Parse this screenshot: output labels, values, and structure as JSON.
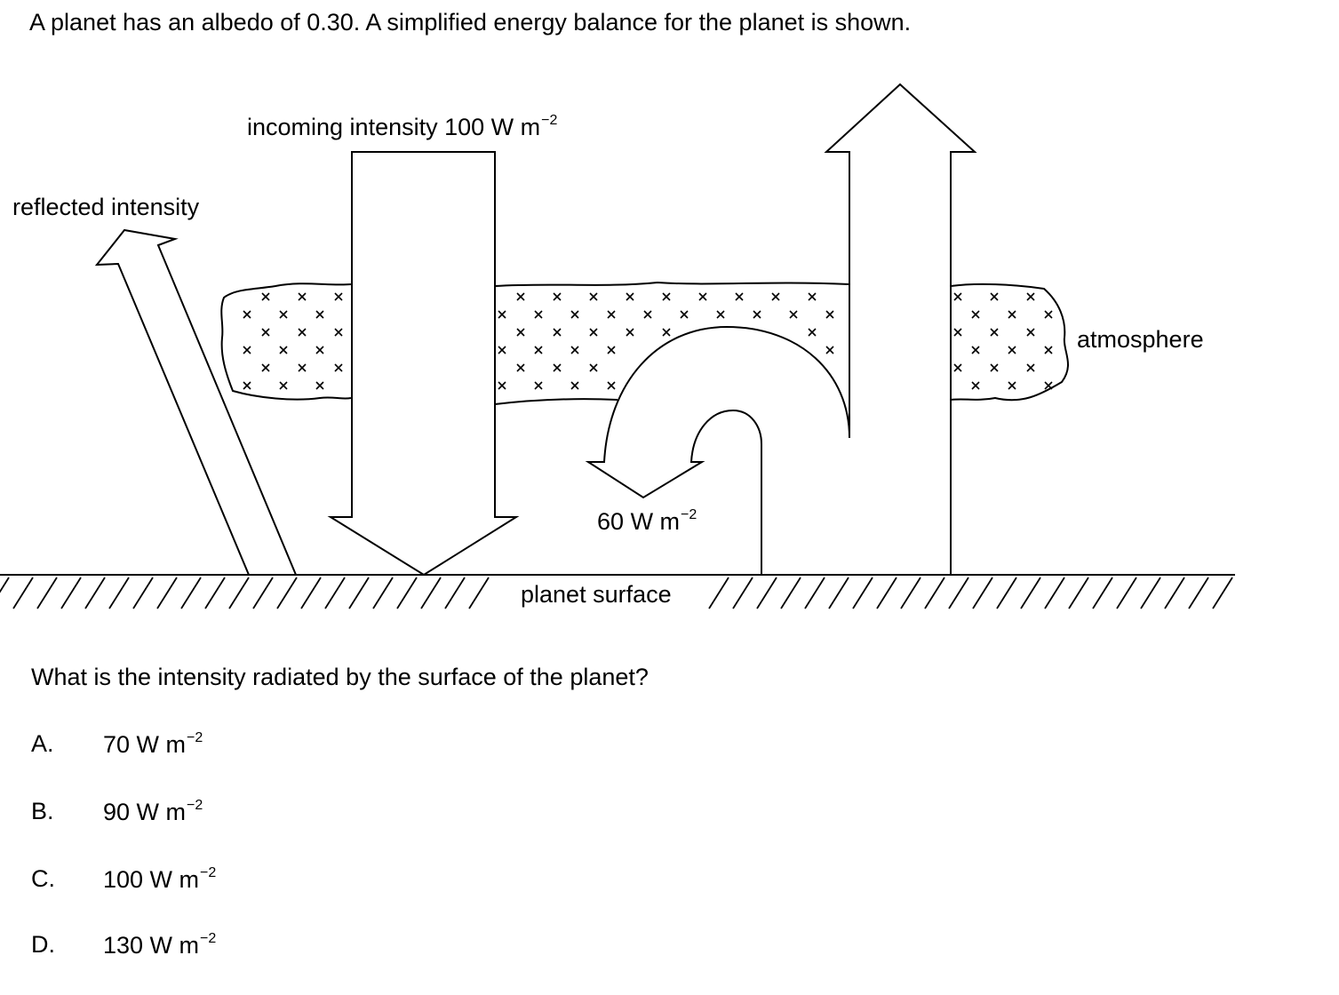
{
  "stem": "A planet has an albedo of 0.30. A simplified energy balance for the planet is shown.",
  "diagram": {
    "incoming_label": "incoming intensity 100",
    "incoming_unit": "W m",
    "reflected_label": "reflected intensity",
    "returned_value": "60",
    "returned_unit": "W m",
    "exponent": "−2",
    "atmosphere_label": "atmosphere",
    "surface_label": "planet surface"
  },
  "question": "What is the intensity radiated by the surface of the planet?",
  "options": [
    {
      "letter": "A.",
      "value": "70 W m",
      "exp": "−2"
    },
    {
      "letter": "B.",
      "value": "90 W m",
      "exp": "−2"
    },
    {
      "letter": "C.",
      "value": "100 W m",
      "exp": "−2"
    },
    {
      "letter": "D.",
      "value": "130 W m",
      "exp": "−2"
    }
  ]
}
